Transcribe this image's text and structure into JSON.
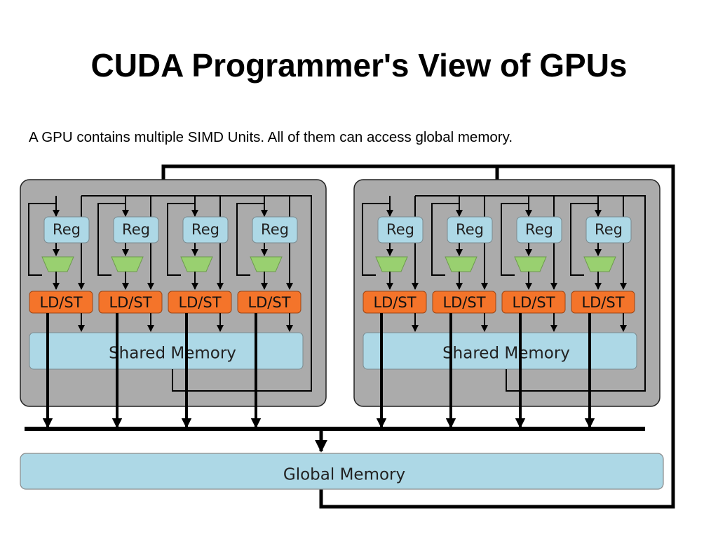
{
  "slide": {
    "title": "CUDA Programmer's View of GPUs",
    "subtitle": "A GPU contains multiple SIMD Units. All of them can access global memory."
  },
  "diagram": {
    "simd_unit_count": 2,
    "lanes_per_unit": 4,
    "register_label": "Reg",
    "ldst_label": "LD/ST",
    "shared_memory_label": "Shared Memory",
    "global_memory_label": "Global Memory",
    "colors": {
      "unit_fill": "#ababab",
      "register_fill": "#add8e6",
      "alu_fill": "#99d070",
      "ldst_fill": "#f4742a",
      "memory_fill": "#add8e6",
      "wire": "#000000"
    },
    "icons": [
      "alu-trapezoid-icon",
      "arrow-head-icon"
    ]
  }
}
